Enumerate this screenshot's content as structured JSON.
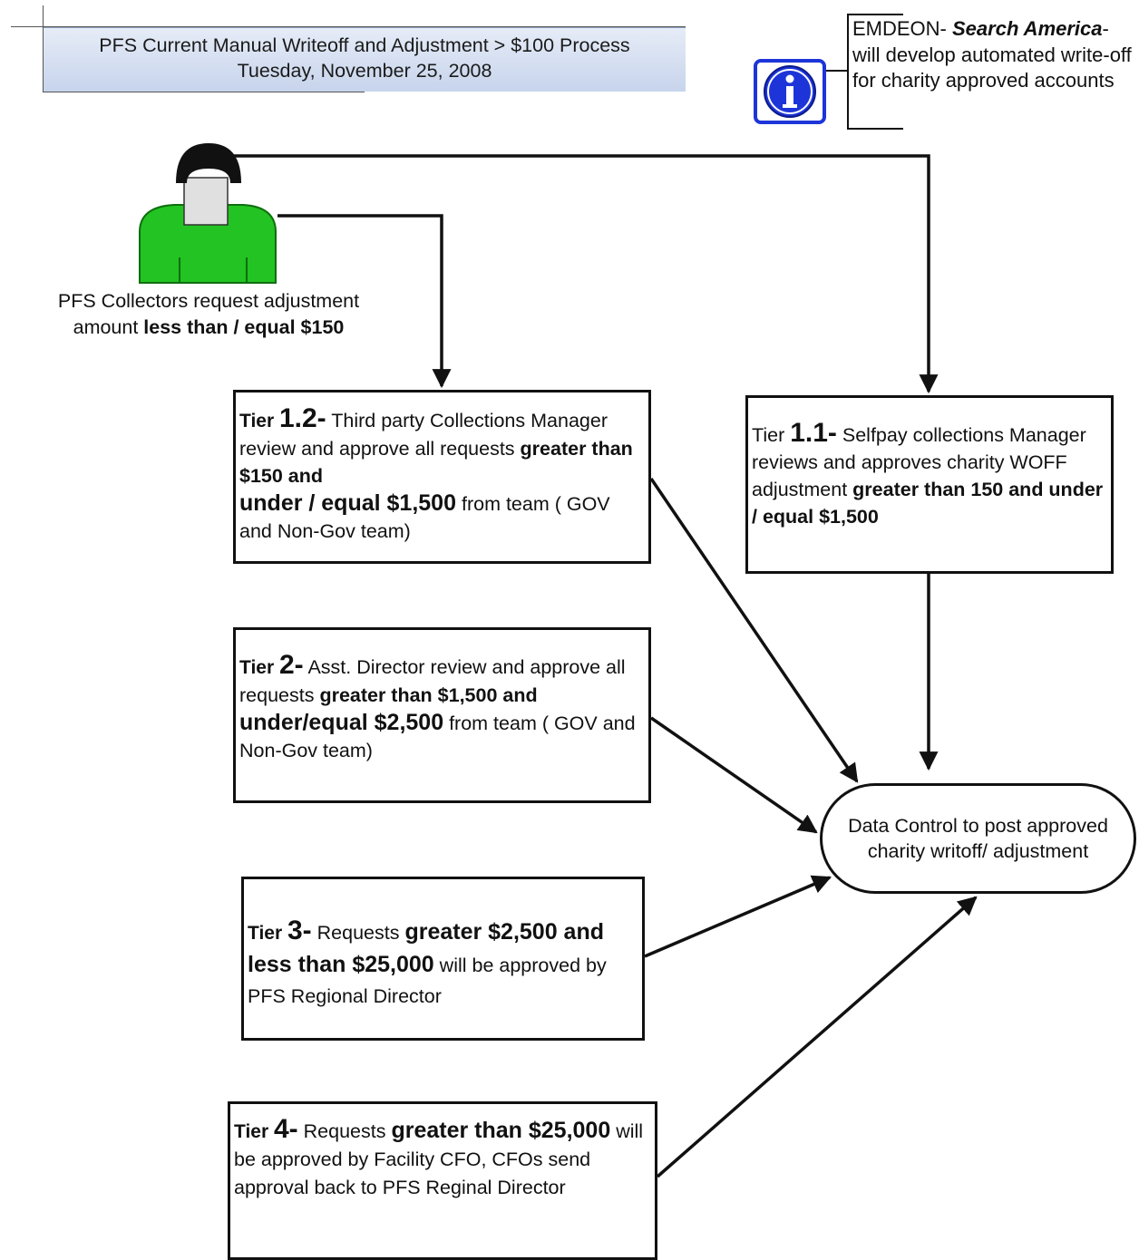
{
  "title": {
    "line1": "PFS Current Manual Writeoff and Adjustment > $100 Process",
    "line2": "Tuesday, November 25, 2008"
  },
  "info_note": {
    "icon": "info-icon",
    "prefix": "EMDEON- ",
    "emphasis": "Search America",
    "rest": "- will develop automated write-off for charity approved accounts"
  },
  "person": {
    "icon": "person-icon",
    "caption_plain": "PFS Collectors request adjustment amount ",
    "caption_bold": "less than / equal  $150"
  },
  "tiers": {
    "t12": {
      "tier_word": "Tier ",
      "number": "1.2-",
      "text1": " Third party Collections Manager review and approve all requests ",
      "bold1": "greater than $150 and",
      "bold2": "under / equal $1,500",
      "text2": " from team ( GOV and Non-Gov team)"
    },
    "t11": {
      "tier_word": "Tier ",
      "number": "1.1-",
      "text1": " Selfpay collections Manager reviews and approves charity WOFF adjustment ",
      "bold1": "greater than 150 and under / equal $1,500"
    },
    "t2": {
      "tier_word": "Tier ",
      "number": "2-",
      "text1": " Asst. Director review and approve all requests ",
      "bold1": "greater than $1,500 and ",
      "bold2": "under/equal $2,500",
      "text2": " from team ( GOV and Non-Gov team)"
    },
    "t3": {
      "tier_word": "Tier ",
      "number": "3-",
      "text1": " Requests ",
      "bold1": "greater $2,500 and less than $25,000",
      "text2": " will be approved by PFS Regional Director"
    },
    "t4": {
      "tier_word": "Tier ",
      "number": "4-",
      "text1": " Requests ",
      "bold1": "greater than $25,000",
      "text2": "  will be approved by Facility CFO, CFOs send approval back to  PFS Reginal Director"
    }
  },
  "data_control": {
    "label": "Data Control  to post approved charity writoff/ adjustment"
  },
  "colors": {
    "person_body": "#22c322",
    "person_head": "#111111",
    "face": "#e0e0e0",
    "info_blue": "#1d35d8",
    "banner_top": "#e6ecf7",
    "banner_bottom": "#c7d4ec"
  }
}
